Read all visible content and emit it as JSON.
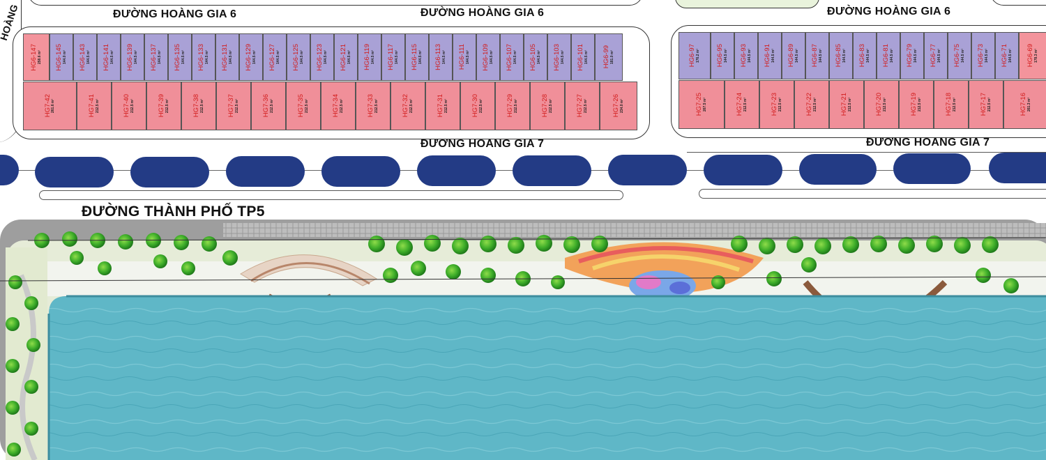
{
  "roads": {
    "hg6_left": "ĐƯỜNG HOÀNG GIA 6",
    "hg6_mid": "ĐƯỜNG HOÀNG GIA 6",
    "hg6_right": "ĐƯỜNG HOÀNG GIA 6",
    "hg7_mid": "ĐƯỜNG HOÀNG GIA 7",
    "hg7_right": "ĐƯỜNG HOÀNG GIA 7",
    "tp5": "ĐƯỜNG THÀNH PHỐ TP5",
    "side_partial": "HOÀNG"
  },
  "left_block": {
    "top_row": [
      {
        "code": "HG6-147",
        "area": "258.6 m²"
      },
      {
        "code": "HG6-145",
        "area": "144.0 m²"
      },
      {
        "code": "HG6-143",
        "area": "144.5 m²"
      },
      {
        "code": "HG6-141",
        "area": "144.5 m²"
      },
      {
        "code": "HG6-139",
        "area": "144.5 m²"
      },
      {
        "code": "HG6-137",
        "area": "144.5 m²"
      },
      {
        "code": "HG6-135",
        "area": "144.5 m²"
      },
      {
        "code": "HG6-133",
        "area": "144.5 m²"
      },
      {
        "code": "HG6-131",
        "area": "144.5 m²"
      },
      {
        "code": "HG6-129",
        "area": "144.5 m²"
      },
      {
        "code": "HG6-127",
        "area": "144.5 m²"
      },
      {
        "code": "HG6-125",
        "area": "144.5 m²"
      },
      {
        "code": "HG6-123",
        "area": "144.5 m²"
      },
      {
        "code": "HG6-121",
        "area": "144.5 m²"
      },
      {
        "code": "HG6-119",
        "area": "144.5 m²"
      },
      {
        "code": "HG6-117",
        "area": "144.5 m²"
      },
      {
        "code": "HG6-115",
        "area": "144.5 m²"
      },
      {
        "code": "HG6-113",
        "area": "144.5 m²"
      },
      {
        "code": "HG6-111",
        "area": "144.5 m²"
      },
      {
        "code": "HG6-109",
        "area": "144.5 m²"
      },
      {
        "code": "HG6-107",
        "area": "144.5 m²"
      },
      {
        "code": "HG6-105",
        "area": "144.5 m²"
      },
      {
        "code": "HG6-103",
        "area": "144.5 m²"
      },
      {
        "code": "HG6-101",
        "area": "144.5 m²"
      },
      {
        "code": "HG6-99",
        "area": "181.0 m²"
      }
    ],
    "bottom_row": [
      {
        "code": "HG7-42",
        "area": "261.6 m²"
      },
      {
        "code": "HG7-41",
        "area": "212.5 m²"
      },
      {
        "code": "HG7-40",
        "area": "212.5 m²"
      },
      {
        "code": "HG7-39",
        "area": "212.5 m²"
      },
      {
        "code": "HG7-38",
        "area": "212.5 m²"
      },
      {
        "code": "HG7-37",
        "area": "212.5 m²"
      },
      {
        "code": "HG7-36",
        "area": "212.5 m²"
      },
      {
        "code": "HG7-35",
        "area": "212.5 m²"
      },
      {
        "code": "HG7-34",
        "area": "212.5 m²"
      },
      {
        "code": "HG7-33",
        "area": "212.5 m²"
      },
      {
        "code": "HG7-32",
        "area": "212.5 m²"
      },
      {
        "code": "HG7-31",
        "area": "212.5 m²"
      },
      {
        "code": "HG7-30",
        "area": "212.5 m²"
      },
      {
        "code": "HG7-29",
        "area": "212.5 m²"
      },
      {
        "code": "HG7-28",
        "area": "212.5 m²"
      },
      {
        "code": "HG7-27",
        "area": "212.5 m²"
      },
      {
        "code": "HG7-26",
        "area": "234.0 m²"
      }
    ]
  },
  "right_block": {
    "top_row": [
      {
        "code": "HG6-97",
        "area": "176.2 m²"
      },
      {
        "code": "HG6-95",
        "area": "144.5 m²"
      },
      {
        "code": "HG6-93",
        "area": "144.5 m²"
      },
      {
        "code": "HG6-91",
        "area": "144.5 m²"
      },
      {
        "code": "HG6-89",
        "area": "144.5 m²"
      },
      {
        "code": "HG6-87",
        "area": "144.5 m²"
      },
      {
        "code": "HG6-85",
        "area": "144.5 m²"
      },
      {
        "code": "HG6-83",
        "area": "144.5 m²"
      },
      {
        "code": "HG6-81",
        "area": "144.5 m²"
      },
      {
        "code": "HG6-79",
        "area": "144.5 m²"
      },
      {
        "code": "HG6-77",
        "area": "144.5 m²"
      },
      {
        "code": "HG6-75",
        "area": "144.5 m²"
      },
      {
        "code": "HG6-73",
        "area": "144.5 m²"
      },
      {
        "code": "HG6-71",
        "area": "144.5 m²"
      },
      {
        "code": "HG6-69",
        "area": "178.3 m²"
      }
    ],
    "bottom_row": [
      {
        "code": "HG7-25",
        "area": "267.5 m²"
      },
      {
        "code": "HG7-24",
        "area": "212.5 m²"
      },
      {
        "code": "HG7-23",
        "area": "212.5 m²"
      },
      {
        "code": "HG7-22",
        "area": "212.5 m²"
      },
      {
        "code": "HG7-21",
        "area": "212.5 m²"
      },
      {
        "code": "HG7-20",
        "area": "212.5 m²"
      },
      {
        "code": "HG7-19",
        "area": "212.5 m²"
      },
      {
        "code": "HG7-18",
        "area": "212.5 m²"
      },
      {
        "code": "HG7-17",
        "area": "212.5 m²"
      },
      {
        "code": "HG7-16",
        "area": "261.3 m²"
      }
    ]
  },
  "colors": {
    "purple_lot": "#a9a1d6",
    "pink_lot": "#f3949c",
    "lot_code": "#d21b1b",
    "pill": "#233b85",
    "water": "#5fb7c7",
    "tree": "#3fae2a"
  }
}
